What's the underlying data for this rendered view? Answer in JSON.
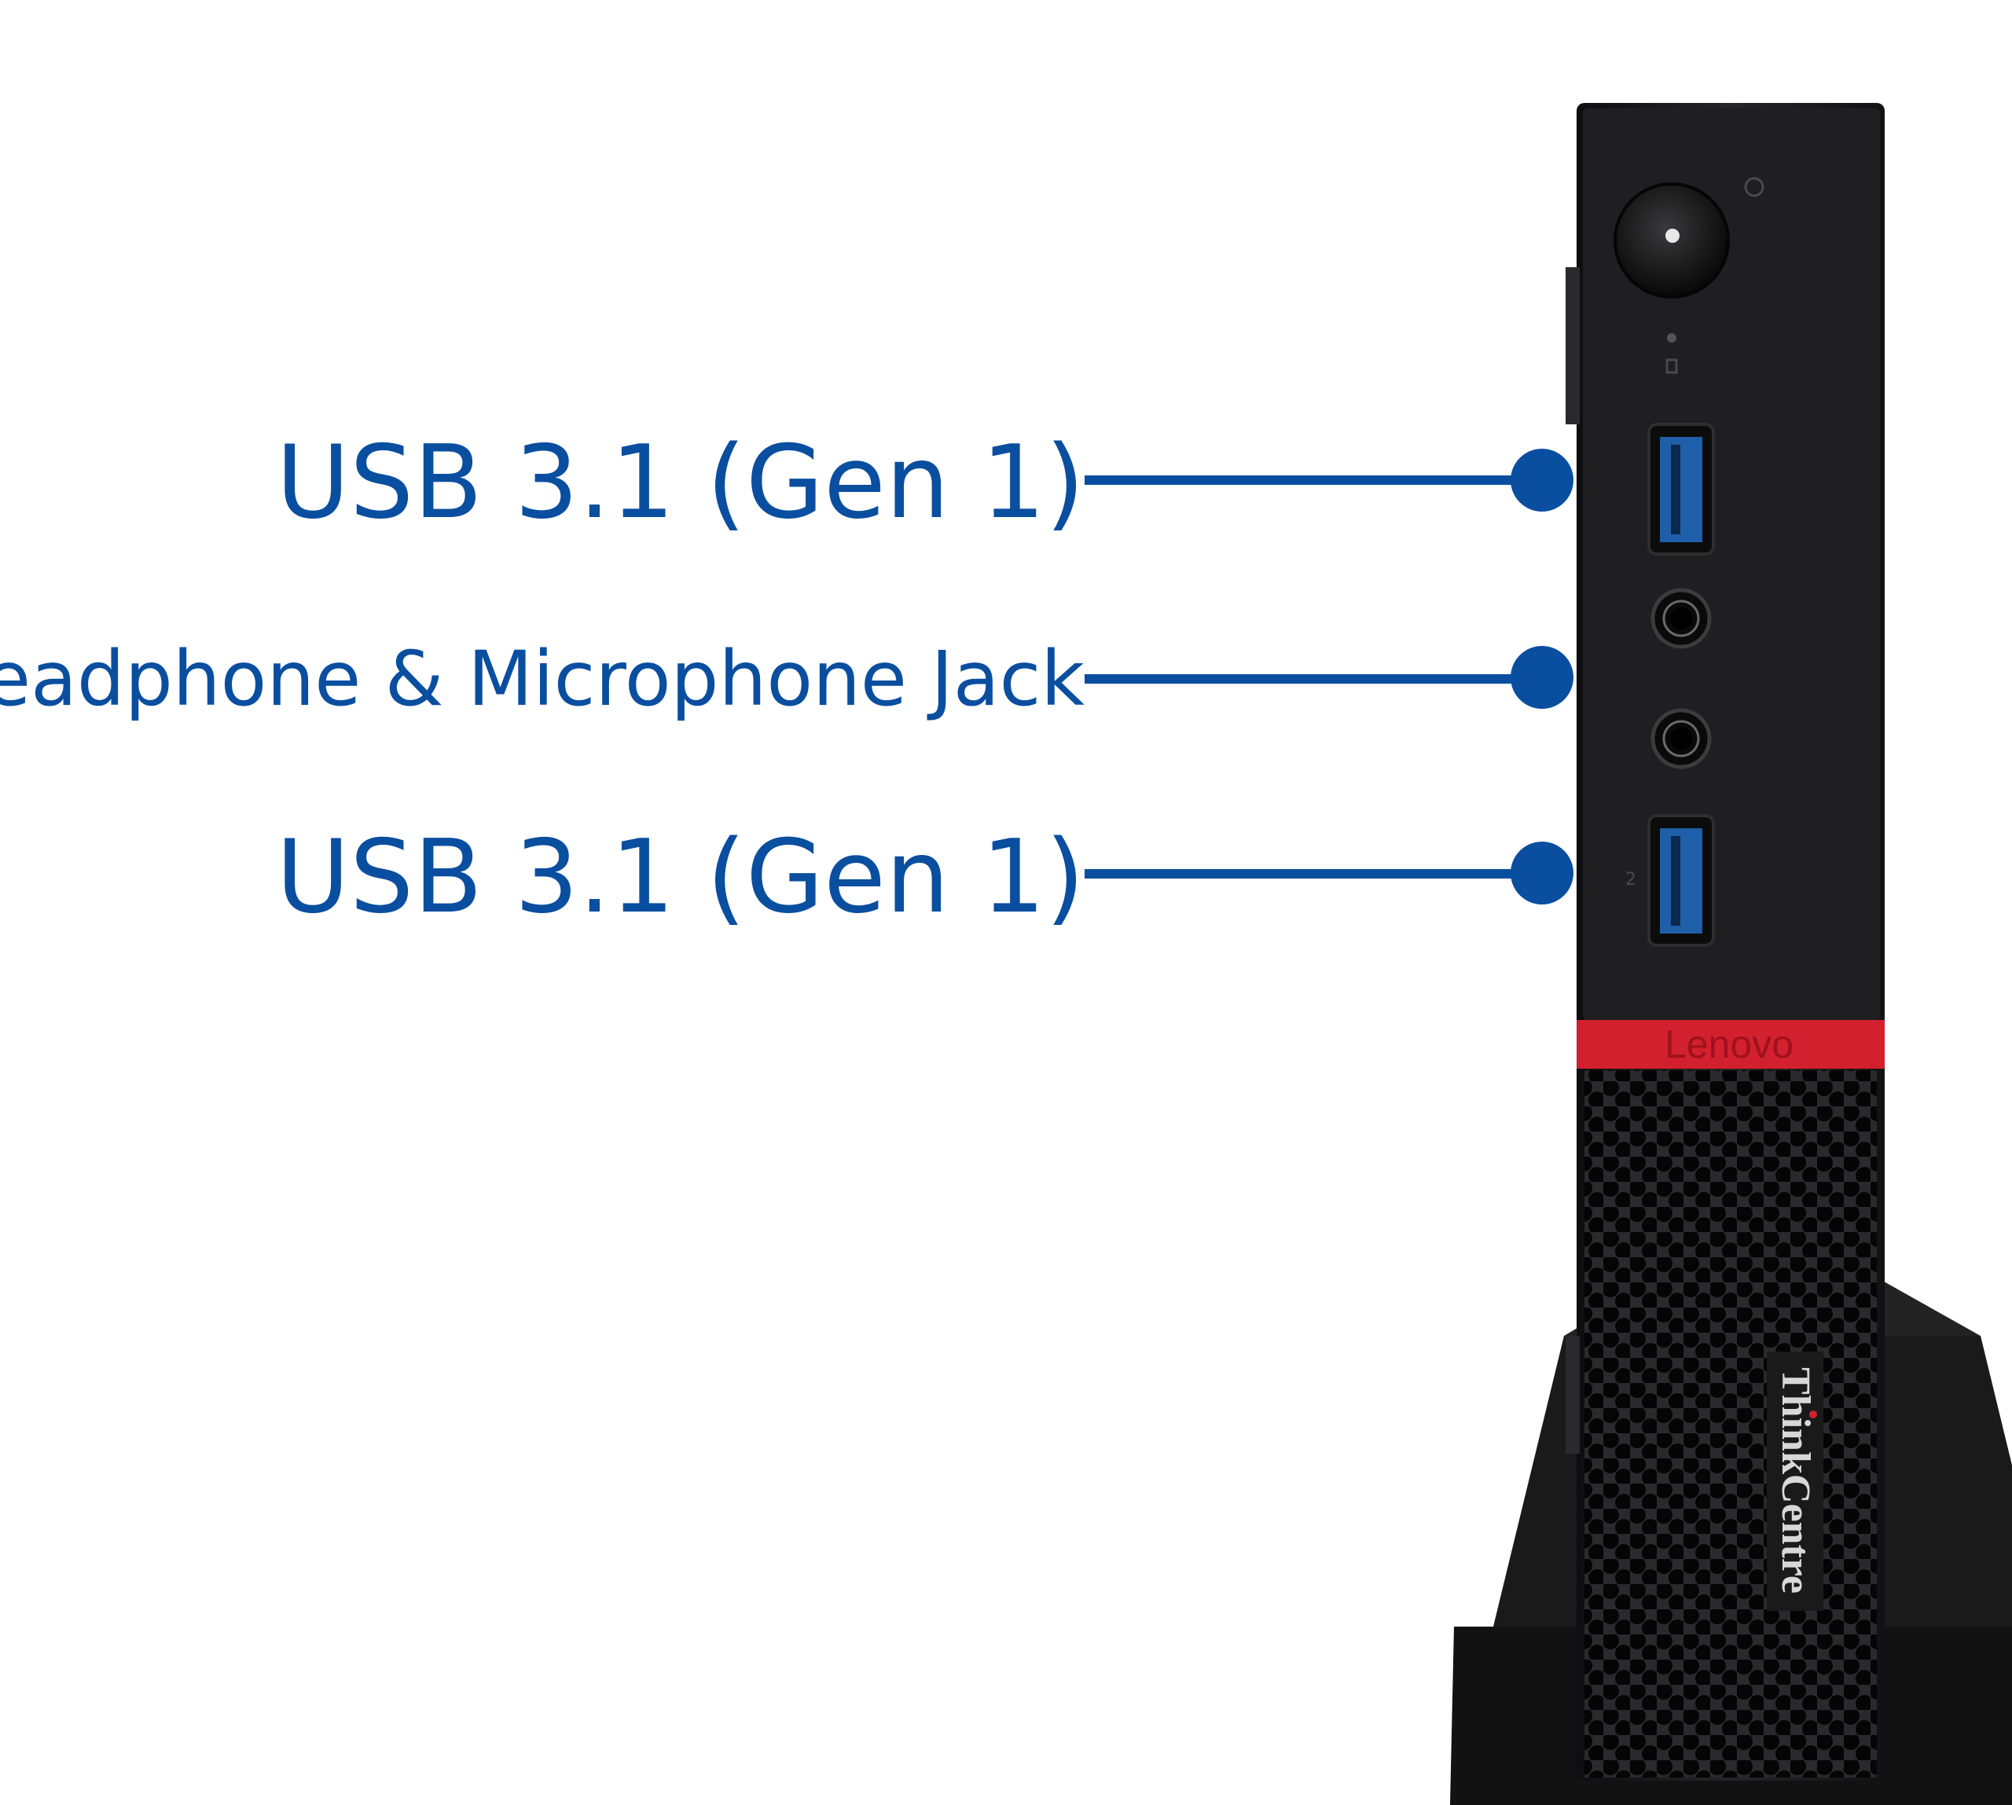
{
  "callouts": [
    {
      "label": "USB 3.1 (Gen 1)"
    },
    {
      "label": "Headphone & Microphone Jack"
    },
    {
      "label": "USB 3.1 (Gen 1)"
    }
  ],
  "device": {
    "brand": "Lenovo",
    "model_logo": "ThinkCentre",
    "port_number": "2"
  },
  "colors": {
    "callout_blue": "#0a4ea0",
    "chassis": "#1c1c1e",
    "accent_red": "#d2202e",
    "stand": "#151515"
  }
}
